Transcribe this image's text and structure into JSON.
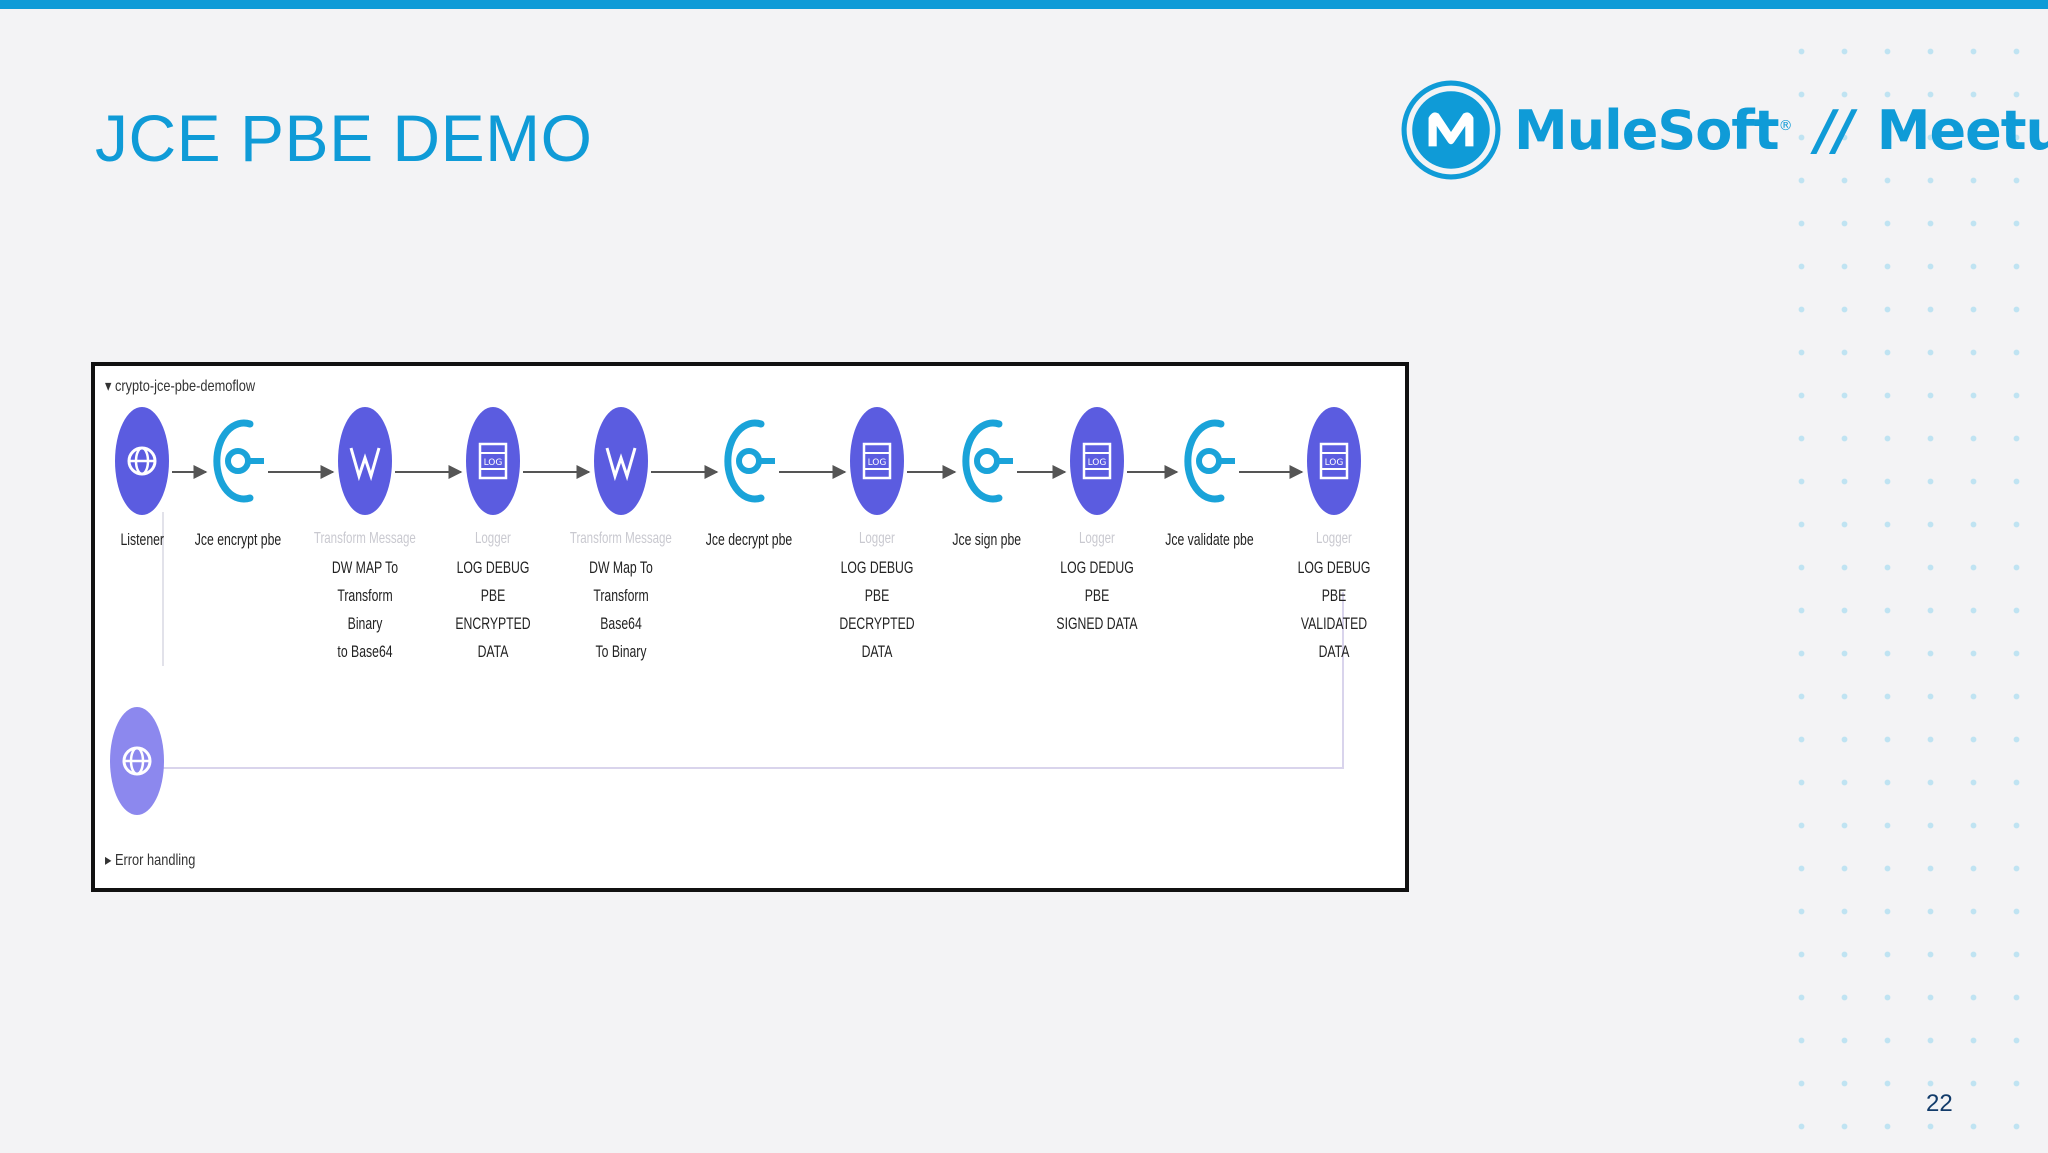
{
  "slide": {
    "title": "JCE PBE DEMO",
    "page_number": "22",
    "accent_color": "#0f9bd7"
  },
  "logo": {
    "text": "MuleSoft",
    "mark": "®",
    "separator": "//",
    "suffix": "Meetups",
    "icon": "mulesoft-logo-icon"
  },
  "flow": {
    "name": "crypto-jce-pbe-demoflow",
    "error_section": "Error handling",
    "node_color": "#5b5ce0",
    "crypto_color": "#1aa3d9",
    "nodes": [
      {
        "kind": "listener",
        "icon": "globe-icon",
        "label": "Listener",
        "type": "",
        "desc": ""
      },
      {
        "kind": "crypto",
        "icon": "crypto-key-icon",
        "label": "Jce encrypt pbe",
        "type": "",
        "desc": ""
      },
      {
        "kind": "transform",
        "icon": "dataweave-icon",
        "label": "",
        "type": "Transform Message",
        "desc": "DW MAP To\nTransform Binary\nto Base64"
      },
      {
        "kind": "logger",
        "icon": "log-icon",
        "label": "",
        "type": "Logger",
        "desc": "LOG DEBUG PBE\nENCRYPTED DATA"
      },
      {
        "kind": "transform",
        "icon": "dataweave-icon",
        "label": "",
        "type": "Transform Message",
        "desc": "DW Map To\nTransform Base64\nTo Binary"
      },
      {
        "kind": "crypto",
        "icon": "crypto-key-icon",
        "label": "Jce decrypt pbe",
        "type": "",
        "desc": ""
      },
      {
        "kind": "logger",
        "icon": "log-icon",
        "label": "",
        "type": "Logger",
        "desc": "LOG DEBUG PBE\nDECRYPTED DATA"
      },
      {
        "kind": "crypto",
        "icon": "crypto-key-icon",
        "label": "Jce sign pbe",
        "type": "",
        "desc": ""
      },
      {
        "kind": "logger",
        "icon": "log-icon",
        "label": "",
        "type": "Logger",
        "desc": "LOG DEDUG PBE\nSIGNED DATA"
      },
      {
        "kind": "crypto",
        "icon": "crypto-key-icon",
        "label": "Jce validate pbe",
        "type": "",
        "desc": ""
      },
      {
        "kind": "logger",
        "icon": "log-icon",
        "label": "",
        "type": "Logger",
        "desc": "LOG DEBUG PBE\nVALIDATED DATA"
      }
    ],
    "response_icon": "globe-response-icon"
  }
}
